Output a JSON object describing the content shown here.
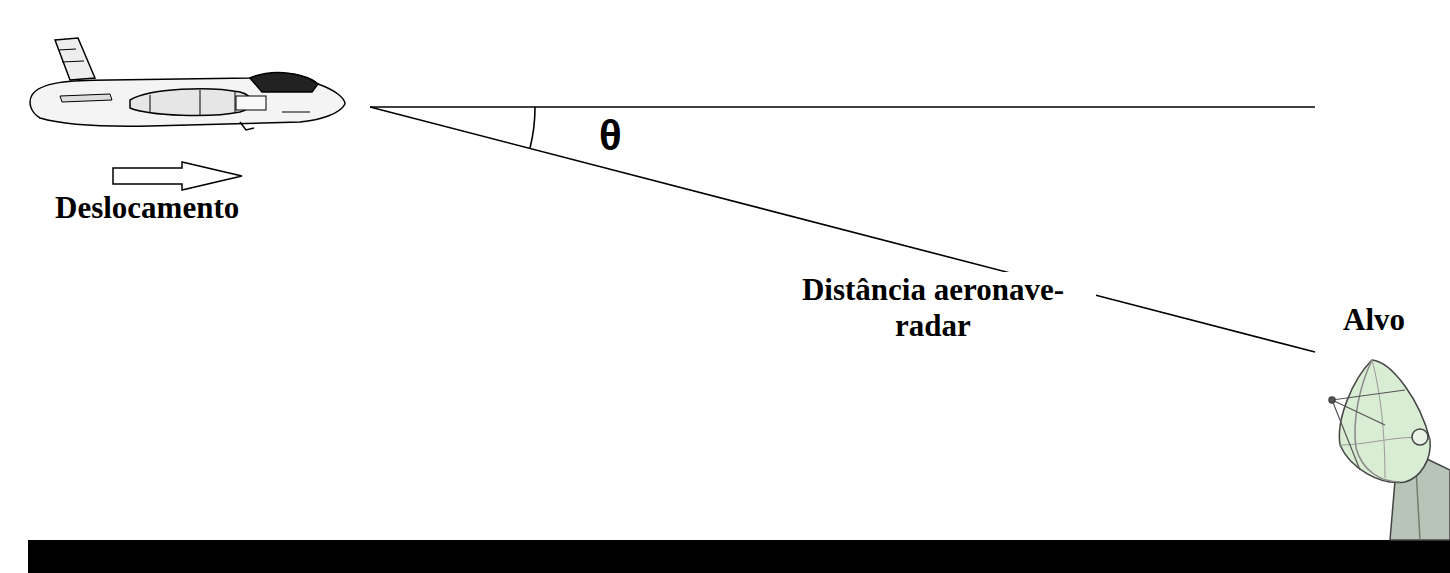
{
  "diagram": {
    "labels": [
      "θ",
      "Deslocamento",
      "Distância aeronave-radar",
      "Alvo"
    ]
  }
}
